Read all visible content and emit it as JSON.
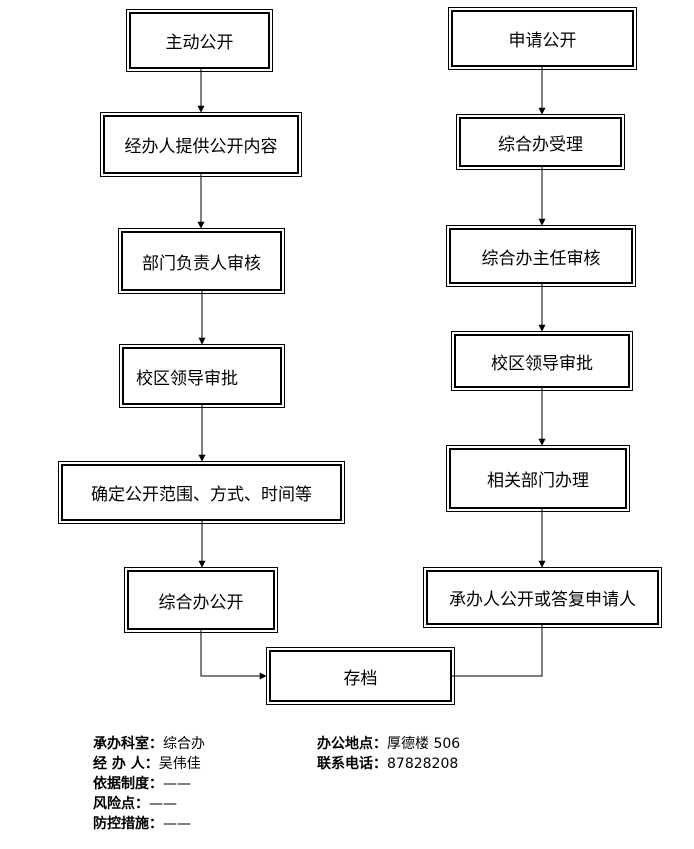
{
  "flow": {
    "left": [
      "主动公开",
      "经办人提供公开内容",
      "部门负责人审核",
      "校区领导审批",
      "确定公开范围、方式、时间等",
      "综合办公开"
    ],
    "right": [
      "申请公开",
      "综合办受理",
      "综合办主任审核",
      "校区领导审批",
      "相关部门办理",
      "承办人公开或答复申请人"
    ],
    "end": "存档"
  },
  "info": {
    "dept_label": "承办科室：",
    "dept_value": "综合办",
    "handler_label": "经 办 人：",
    "handler_value": "吴伟佳",
    "basis_label": "依据制度：",
    "basis_value": "——",
    "risk_label": "风险点：",
    "risk_value": "——",
    "control_label": "防控措施：",
    "control_value": "——",
    "location_label": "办公地点：",
    "location_value": "厚德楼 506",
    "phone_label": "联系电话：",
    "phone_value": "87828208"
  }
}
